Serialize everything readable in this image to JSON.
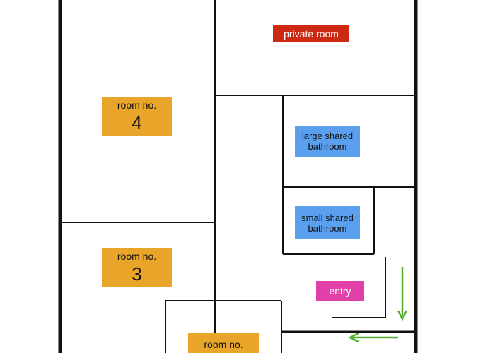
{
  "floor_plan": {
    "rooms": [
      {
        "id": "private",
        "label": "private room",
        "color": "#cc2a12"
      },
      {
        "id": "room4",
        "label": "room no.",
        "number": "4",
        "color": "#e8a52a"
      },
      {
        "id": "room3",
        "label": "room no.",
        "number": "3",
        "color": "#e8a52a"
      },
      {
        "id": "room_bottom",
        "label": "room no.",
        "color": "#e8a52a"
      },
      {
        "id": "large_bath",
        "label": "large shared\nbathroom",
        "color": "#5aa0ee"
      },
      {
        "id": "small_bath",
        "label": "small shared\nbathroom",
        "color": "#5aa0ee"
      },
      {
        "id": "entry",
        "label": "entry",
        "color": "#e040a8"
      }
    ],
    "wall_color": "#111111",
    "arrow_color": "#55b030"
  }
}
